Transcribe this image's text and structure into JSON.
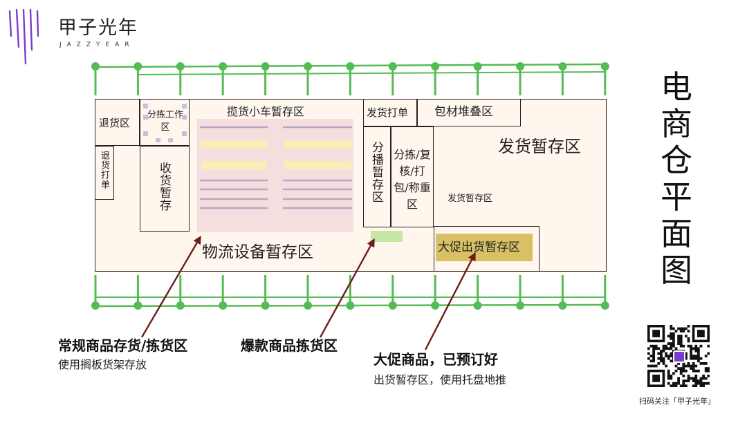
{
  "brand": {
    "name": "甲子光年",
    "subtitle": "JAZZYEAR"
  },
  "title": "电商仓平面图",
  "zones": {
    "returns": "退货区",
    "sort_work": "分拣工作区",
    "return_print": "退货打单",
    "receive_temp": "收货暂存",
    "cart_temp": "揽货小车暂存区",
    "logistics_temp": "物流设备暂存区",
    "ship_print": "发货打单",
    "pack_stack": "包材堆叠区",
    "split_temp": "分播暂存区",
    "sort_check": "分拣/复核/打包/称重区",
    "ship_temp_large": "发货暂存区",
    "ship_temp_small": "发货暂存区",
    "promo_temp": "大促出货暂存区"
  },
  "annotations": [
    {
      "title": "常规商品存货/拣货区",
      "desc": "使用搁板货架存放"
    },
    {
      "title": "爆款商品拣货区",
      "desc": ""
    },
    {
      "title": "大促商品，已预订好",
      "desc": "出货暂存区，使用托盘地推"
    }
  ],
  "qr": {
    "caption": "扫码关注「甲子光年」"
  },
  "colors": {
    "floor": "#fff7ee",
    "rack": "#f6dede",
    "shelf_yellow": "#f7eeb8",
    "shelf_line": "#b7a7c6",
    "hot_pick": "#c8e6a6",
    "promo": "#d7c162",
    "fence": "#55bb55",
    "arrow": "#6e1a1a",
    "logo": "#7a3dcb"
  }
}
